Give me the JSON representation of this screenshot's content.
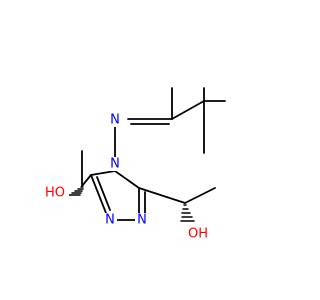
{
  "structure": {
    "atom_labels": {
      "n_imine": "N",
      "n_ring_4": "N",
      "n_ring_1": "N",
      "n_ring_2": "N",
      "oh_left": "HO",
      "oh_right": "OH"
    },
    "colors": {
      "nitrogen": "#0000ff",
      "oxygen": "#ff0000",
      "carbon_bond": "#000000",
      "background": "#ffffff"
    },
    "stereo_bonds": [
      "hashed-wedge",
      "hashed-wedge"
    ]
  }
}
